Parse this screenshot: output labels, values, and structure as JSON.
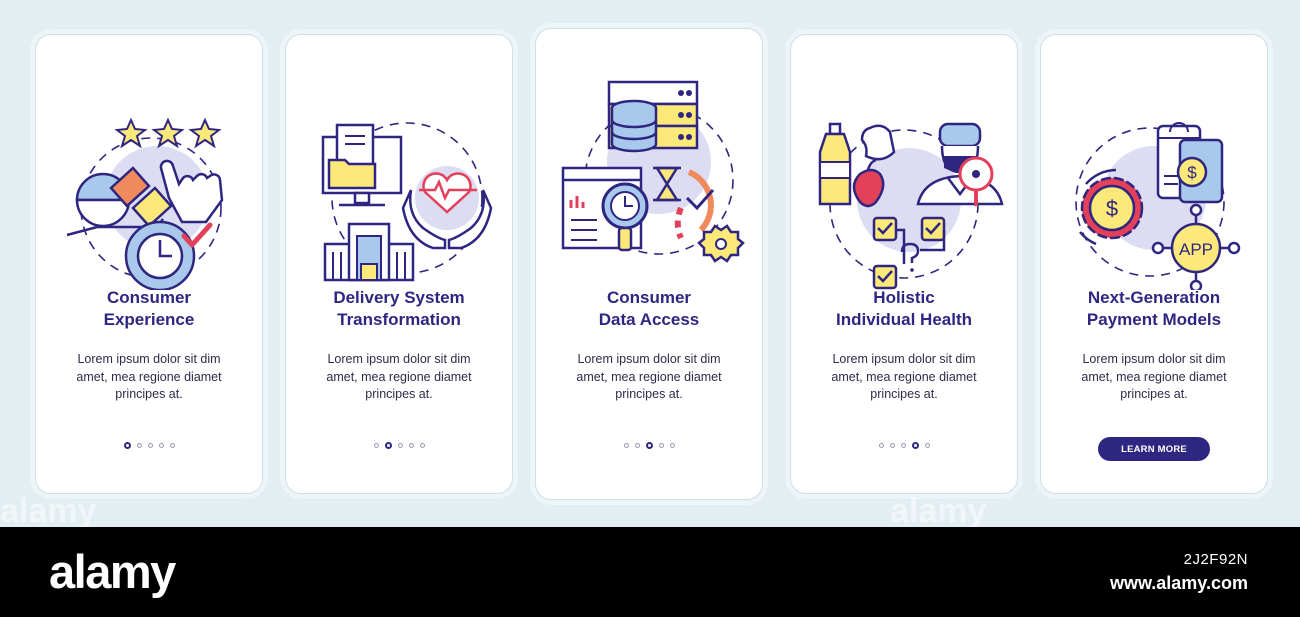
{
  "colors": {
    "primary": "#2e2680",
    "accent_yellow": "#fde87a",
    "accent_orange": "#f08a5d",
    "accent_red": "#e3405a",
    "accent_lavender": "#dcdcf2",
    "accent_blue": "#a9c9ec",
    "background": "#e2eef2",
    "footer_background": "#000000"
  },
  "screens": [
    {
      "title_line1": "Consumer",
      "title_line2": "Experience",
      "body": "Lorem ipsum dolor sit dim amet, mea regione diamet principes at.",
      "icon": "consumer-experience-icon",
      "active_dot": 1
    },
    {
      "title_line1": "Delivery System",
      "title_line2": "Transformation",
      "body": "Lorem ipsum dolor sit dim amet, mea regione diamet principes at.",
      "icon": "delivery-system-icon",
      "active_dot": 2
    },
    {
      "title_line1": "Consumer",
      "title_line2": "Data Access",
      "body": "Lorem ipsum dolor sit dim amet, mea regione diamet principes at.",
      "icon": "consumer-data-access-icon",
      "active_dot": 3
    },
    {
      "title_line1": "Holistic",
      "title_line2": "Individual Health",
      "body": "Lorem ipsum dolor sit dim amet, mea regione diamet principes at.",
      "icon": "holistic-health-icon",
      "active_dot": 4
    },
    {
      "title_line1": "Next-Generation",
      "title_line2": "Payment Models",
      "body": "Lorem ipsum dolor sit dim amet, mea regione diamet principes at.",
      "icon": "payment-models-icon",
      "button_label": "LEARN MORE",
      "app_label": "APP"
    }
  ],
  "footer": {
    "logo": "alamy",
    "image_id": "2J2F92N",
    "url": "www.alamy.com"
  },
  "watermark": "alamy"
}
